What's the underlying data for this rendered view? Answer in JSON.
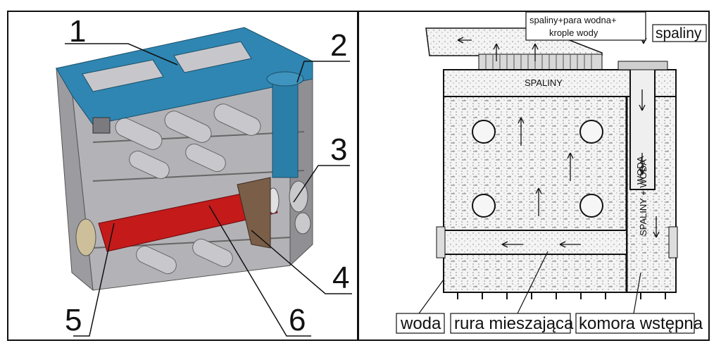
{
  "left_panel": {
    "callouts": [
      "1",
      "2",
      "3",
      "4",
      "5",
      "6"
    ],
    "colors": {
      "top_plate": "#2f86b2",
      "mixing_pipe": "#c41a1a",
      "body": "#a9a9ad",
      "vertical_pipe": "#2a7fa8"
    }
  },
  "right_panel": {
    "top_label_line1": "spaliny+para wodna+",
    "top_label_line2": "krople wody",
    "spaliny_label": "spaliny",
    "spaliny_inner": "SPALINY",
    "woda_vertical": "WODA",
    "spaliny_woda_vertical": "SPALINY + WODA",
    "bottom_labels": [
      "woda",
      "rura mieszająca",
      "komora wstępna"
    ]
  }
}
